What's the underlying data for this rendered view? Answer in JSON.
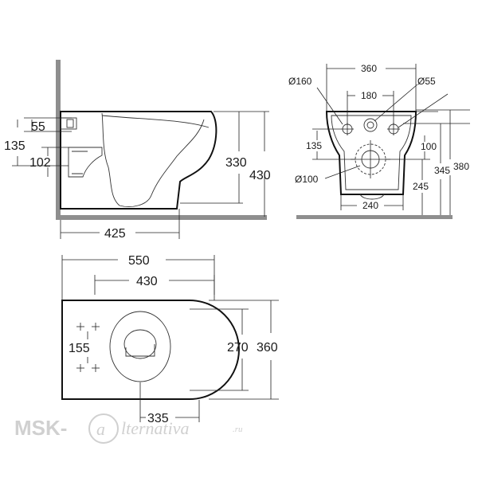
{
  "side_view": {
    "dim_55": "55",
    "dim_135": "135",
    "dim_102": "102",
    "dim_330": "330",
    "dim_430": "430",
    "dim_425": "425"
  },
  "rear_view": {
    "dim_360": "360",
    "dim_d160": "Ø160",
    "dim_d55": "Ø55",
    "dim_180": "180",
    "dim_135": "135",
    "dim_100": "100",
    "dim_d100": "Ø100",
    "dim_345": "345",
    "dim_380": "380",
    "dim_245": "245",
    "dim_240": "240"
  },
  "top_view": {
    "dim_550": "550",
    "dim_430": "430",
    "dim_155": "155",
    "dim_270": "270",
    "dim_360": "360",
    "dim_335": "335"
  },
  "watermark": {
    "brand": "MSK-",
    "script": "lternativa",
    "suffix": ".ru"
  }
}
